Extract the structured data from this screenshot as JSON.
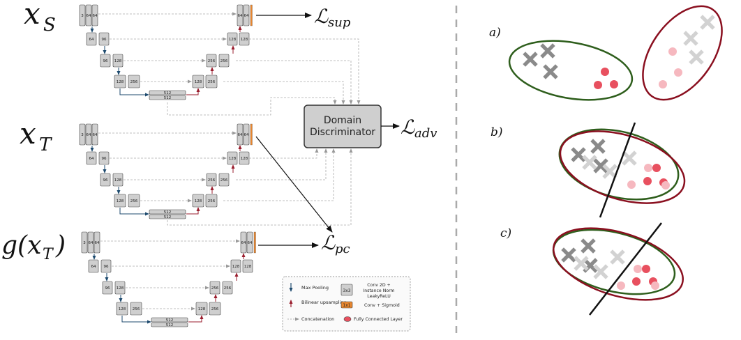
{
  "inputs": {
    "source": {
      "main": "x",
      "sub": "S"
    },
    "target": {
      "main": "x",
      "sub": "T"
    },
    "transformed": {
      "text": "g(x",
      "sub": "T",
      "close": ")"
    }
  },
  "losses": {
    "sup": {
      "symbol": "ℒ",
      "sub": "sup"
    },
    "adv": {
      "symbol": "ℒ",
      "sub": "adv"
    },
    "pc": {
      "symbol": "ℒ",
      "sub": "pc"
    }
  },
  "discriminator": {
    "line1": "Domain",
    "line2": "Discriminator"
  },
  "unet": {
    "enc1": [
      "3",
      "64",
      "64"
    ],
    "enc2": [
      "64",
      "96"
    ],
    "enc3": [
      "96",
      "128"
    ],
    "enc4": [
      "128",
      "256"
    ],
    "bottleneck": [
      "512",
      "512"
    ],
    "dec4": [
      "128",
      "256"
    ],
    "dec3": [
      "256",
      "256"
    ],
    "dec2": [
      "128",
      "128"
    ],
    "dec1": [
      "64",
      "64"
    ]
  },
  "legend": {
    "max_pooling": "Max Pooling",
    "bilinear": "Bilinear upsampling",
    "concatenation": "Concatenation",
    "conv_kernel": "3x3",
    "conv_desc": "Conv 2D + Instance Norm LeakyReLU",
    "sig_kernel": "1x1",
    "sig_desc": "Conv + Sigmoid",
    "fc_desc": "Fully Connected Layer"
  },
  "panels": {
    "a": "a)",
    "b": "b)",
    "c": "c)"
  },
  "colors": {
    "green": "#2e5e1c",
    "red": "#8a0f1f",
    "pink_dark": "#e8505f",
    "pink_light": "#f6b8bf",
    "cross_dark": "#8a8a8a",
    "cross_light": "#d2d2d2",
    "down_arrow": "#1d4a6e",
    "up_arrow": "#9a1d2d",
    "orange": "#e8872f"
  }
}
